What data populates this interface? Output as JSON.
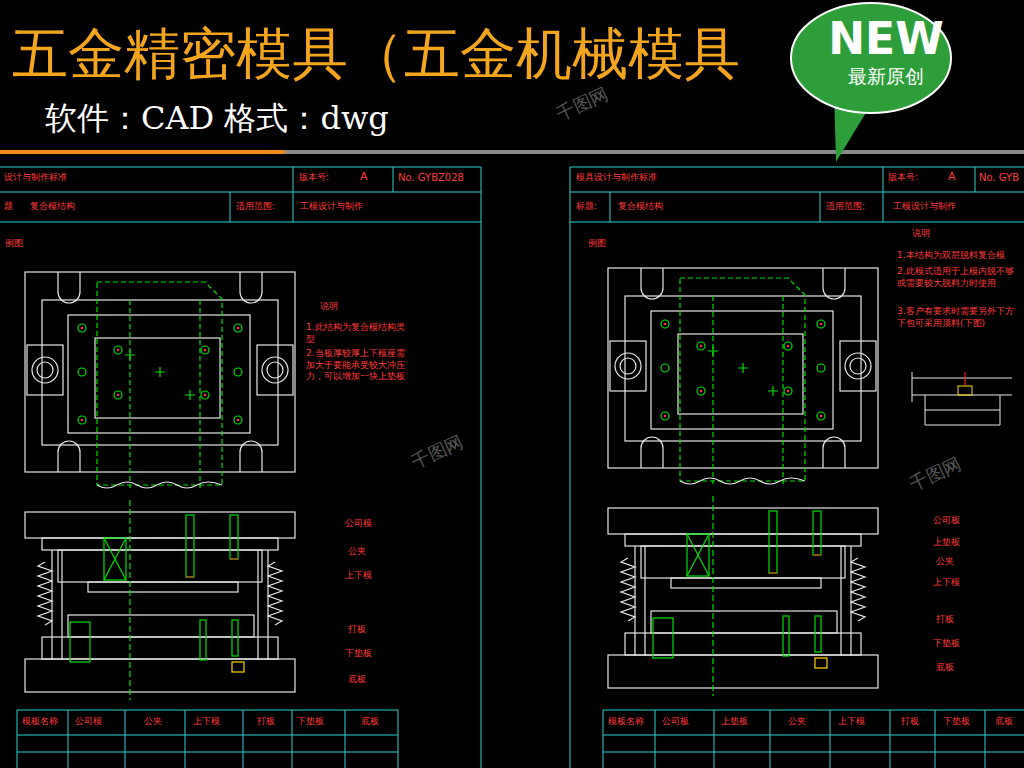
{
  "diagram": {
    "title": "五金精密模具（五金机械模具",
    "nodes": [
      {
        "text": [
          "NEW",
          "最新原创"
        ]
      }
    ],
    "labels": [
      "软件：CAD 格式：dwg",
      "设计与制作标准",
      "版本号:",
      "A",
      "No. GYBZ028",
      "题",
      "复合模结构",
      "适用范围:",
      "工模设计与制作",
      "例图",
      "说明",
      "1.此结构为复合模结构类型",
      "2.当板厚较厚上下模座需加大于要能承受较大冲压力，可以增加一块上垫板",
      "公司模",
      "公夹",
      "上下模",
      "打板",
      "下垫板",
      "底板",
      "模板名称",
      "公司模",
      "公夹",
      "上下模",
      "打板",
      "下垫板",
      "底板",
      "模具设计与制作标准",
      "版本号:",
      "A",
      "No. GYB",
      "标题:",
      "复合模结构",
      "适用范围:",
      "工模设计与制作",
      "例图",
      "说明",
      "1.本结构为双层脱料复合模",
      "2.此模式适用于上模内脱不够或需要较大脱料力时使用",
      "3.客户有要求时需要另外下方下包可采用顶料(下图)",
      "公司板",
      "上垫板",
      "公夹",
      "上下模",
      "打板",
      "下垫板",
      "底板",
      "模板名称",
      "公司板",
      "上垫板",
      "公夹",
      "上下模",
      "打板",
      "下垫板",
      "底板",
      "千图网",
      "千图网",
      "千图网"
    ]
  }
}
